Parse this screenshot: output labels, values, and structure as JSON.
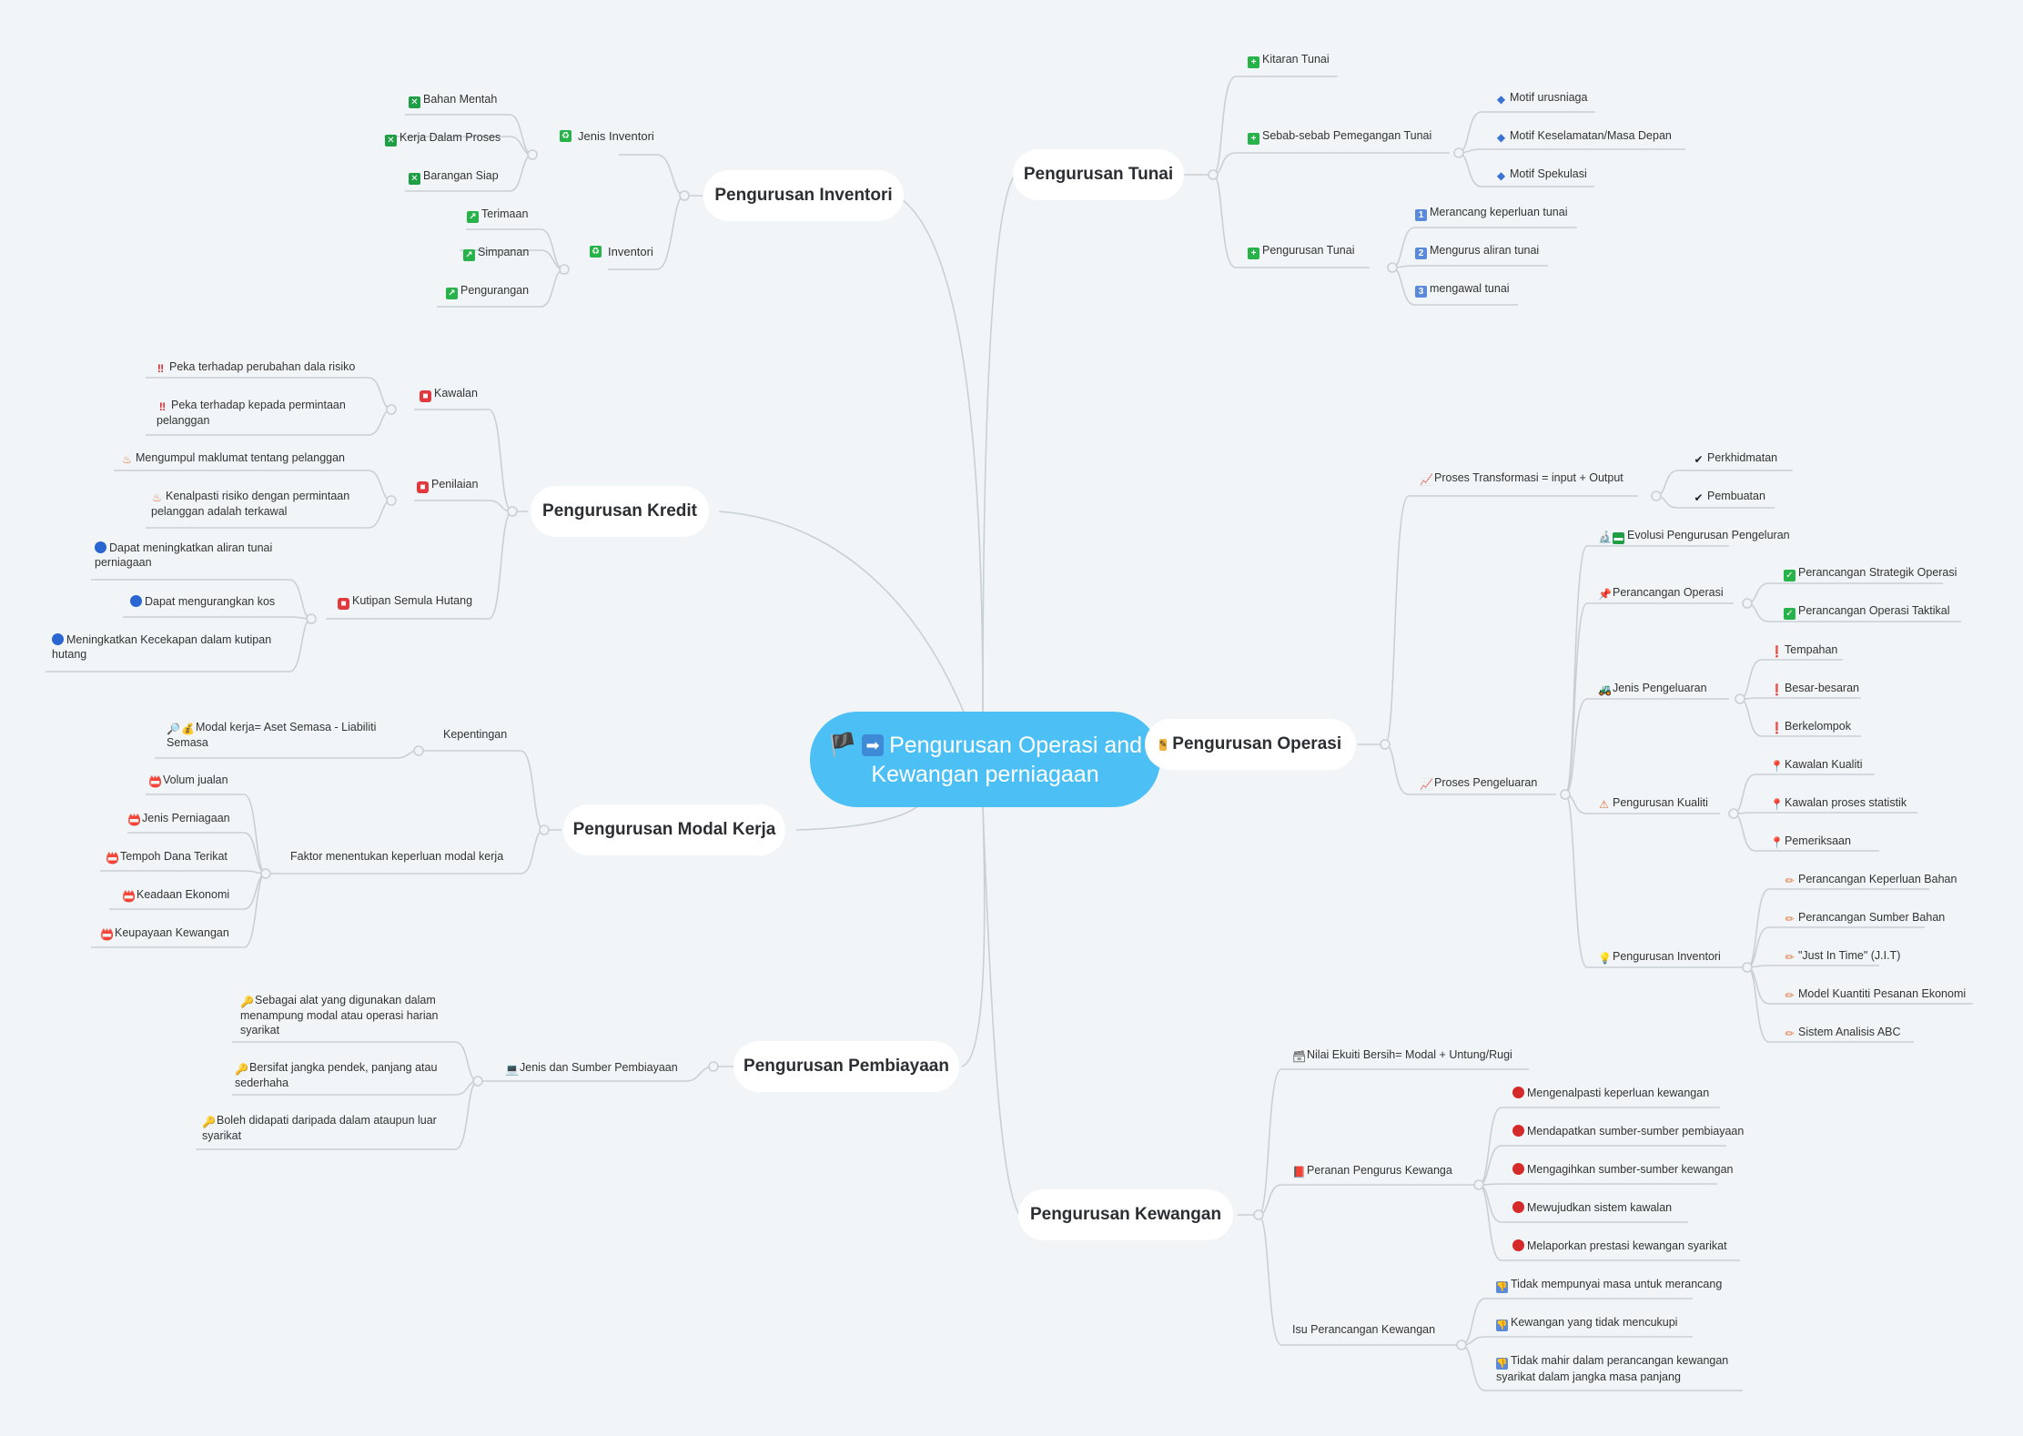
{
  "central": {
    "flag": "🏴",
    "arrow": "➡",
    "line1": "Pengurusan Operasi and",
    "line2": "Kewangan perniagaan"
  },
  "main": {
    "inventori": "Pengurusan Inventori",
    "tunai": "Pengurusan Tunai",
    "kredit": "Pengurusan Kredit",
    "operasi": "Pengurusan Operasi",
    "operasi_icon": "memo-icon",
    "modal": "Pengurusan Modal Kerja",
    "pembiayaan": "Pengurusan Pembiayaan",
    "kewangan": "Pengurusan Kewangan"
  },
  "inventori": {
    "jenis": "Jenis Inventori",
    "jenis_items": [
      "Bahan Mentah",
      "Kerja Dalam Proses",
      "Barangan Siap"
    ],
    "inv": "Inventori",
    "inv_items": [
      "Terimaan",
      "Simpanan",
      "Pengurangan"
    ]
  },
  "tunai": {
    "kitaran": "Kitaran Tunai",
    "sebab": "Sebab-sebab Pemegangan Tunai",
    "sebab_items": [
      "Motif urusniaga",
      "Motif Keselamatan/Masa Depan",
      "Motif Spekulasi"
    ],
    "pengurusan": "Pengurusan Tunai",
    "pengurusan_items": [
      "Merancang keperluan tunai",
      "Mengurus aliran tunai",
      "mengawal tunai"
    ]
  },
  "kredit": {
    "kawalan": "Kawalan",
    "kawalan_items": [
      "Peka terhadap perubahan dala risiko",
      "Peka terhadap kepada permintaan pelanggan"
    ],
    "penilaian": "Penilaian",
    "penilaian_items": [
      "Mengumpul maklumat tentang pelanggan",
      "Kenalpasti risiko dengan permintaan pelanggan adalah terkawal"
    ],
    "kutipan": "Kutipan Semula Hutang",
    "kutipan_items": [
      "Dapat meningkatkan aliran tunai perniagaan",
      "Dapat mengurangkan kos",
      "Meningkatkan Kecekapan dalam kutipan hutang"
    ]
  },
  "operasi": {
    "transformasi": "Proses Transformasi = input + Output",
    "transformasi_items": [
      "Perkhidmatan",
      "Pembuatan"
    ],
    "pengeluaran": "Proses Pengeluaran",
    "evolusi": "Evolusi Pengurusan Pengeluran",
    "perancangan": "Perancangan Operasi",
    "perancangan_items": [
      "Perancangan Strategik Operasi",
      "Perancangan Operasi Taktikal"
    ],
    "jenis": "Jenis Pengeluaran",
    "jenis_items": [
      "Tempahan",
      "Besar-besaran",
      "Berkelompok"
    ],
    "kualiti": "Pengurusan Kualiti",
    "kualiti_items": [
      "Kawalan Kualiti",
      "Kawalan proses statistik",
      "Pemeriksaan"
    ],
    "inventori": "Pengurusan Inventori",
    "inventori_items": [
      "Perancangan Keperluan Bahan",
      "Perancangan Sumber Bahan",
      "\"Just In Time\" (J.I.T)",
      "Model Kuantiti Pesanan Ekonomi",
      "Sistem Analisis ABC"
    ]
  },
  "modal": {
    "kepentingan": "Kepentingan",
    "kepentingan_item": "Modal kerja= Aset Semasa - Liabiliti Semasa",
    "faktor": "Faktor menentukan keperluan modal kerja",
    "faktor_items": [
      "Volum jualan",
      "Jenis Perniagaan",
      "Tempoh Dana Terikat",
      "Keadaan Ekonomi",
      "Keupayaan Kewangan"
    ]
  },
  "pembiayaan": {
    "jenis": "Jenis dan Sumber Pembiayaan",
    "jenis_items": [
      "Sebagai alat yang digunakan dalam menampung modal atau operasi harian syarikat",
      "Bersifat jangka pendek, panjang atau sederhaha",
      "Boleh didapati daripada dalam ataupun luar syarikat"
    ]
  },
  "kewangan": {
    "nilai": "Nilai Ekuiti Bersih= Modal + Untung/Rugi",
    "peranan": "Peranan Pengurus Kewanga",
    "peranan_items": [
      "Mengenalpasti keperluan kewangan",
      "Mendapatkan sumber-sumber pembiayaan",
      "Mengagihkan sumber-sumber kewangan",
      "Mewujudkan sistem kawalan",
      "Melaporkan prestasi kewangan syarikat"
    ],
    "isu": "Isu Perancangan Kewangan",
    "isu_items": [
      "Tidak mempunyai masa untuk merancang",
      "Kewangan yang tidak mencukupi",
      "Tidak mahir dalam perancangan kewangan syarikat dalam jangka masa panjang"
    ]
  }
}
